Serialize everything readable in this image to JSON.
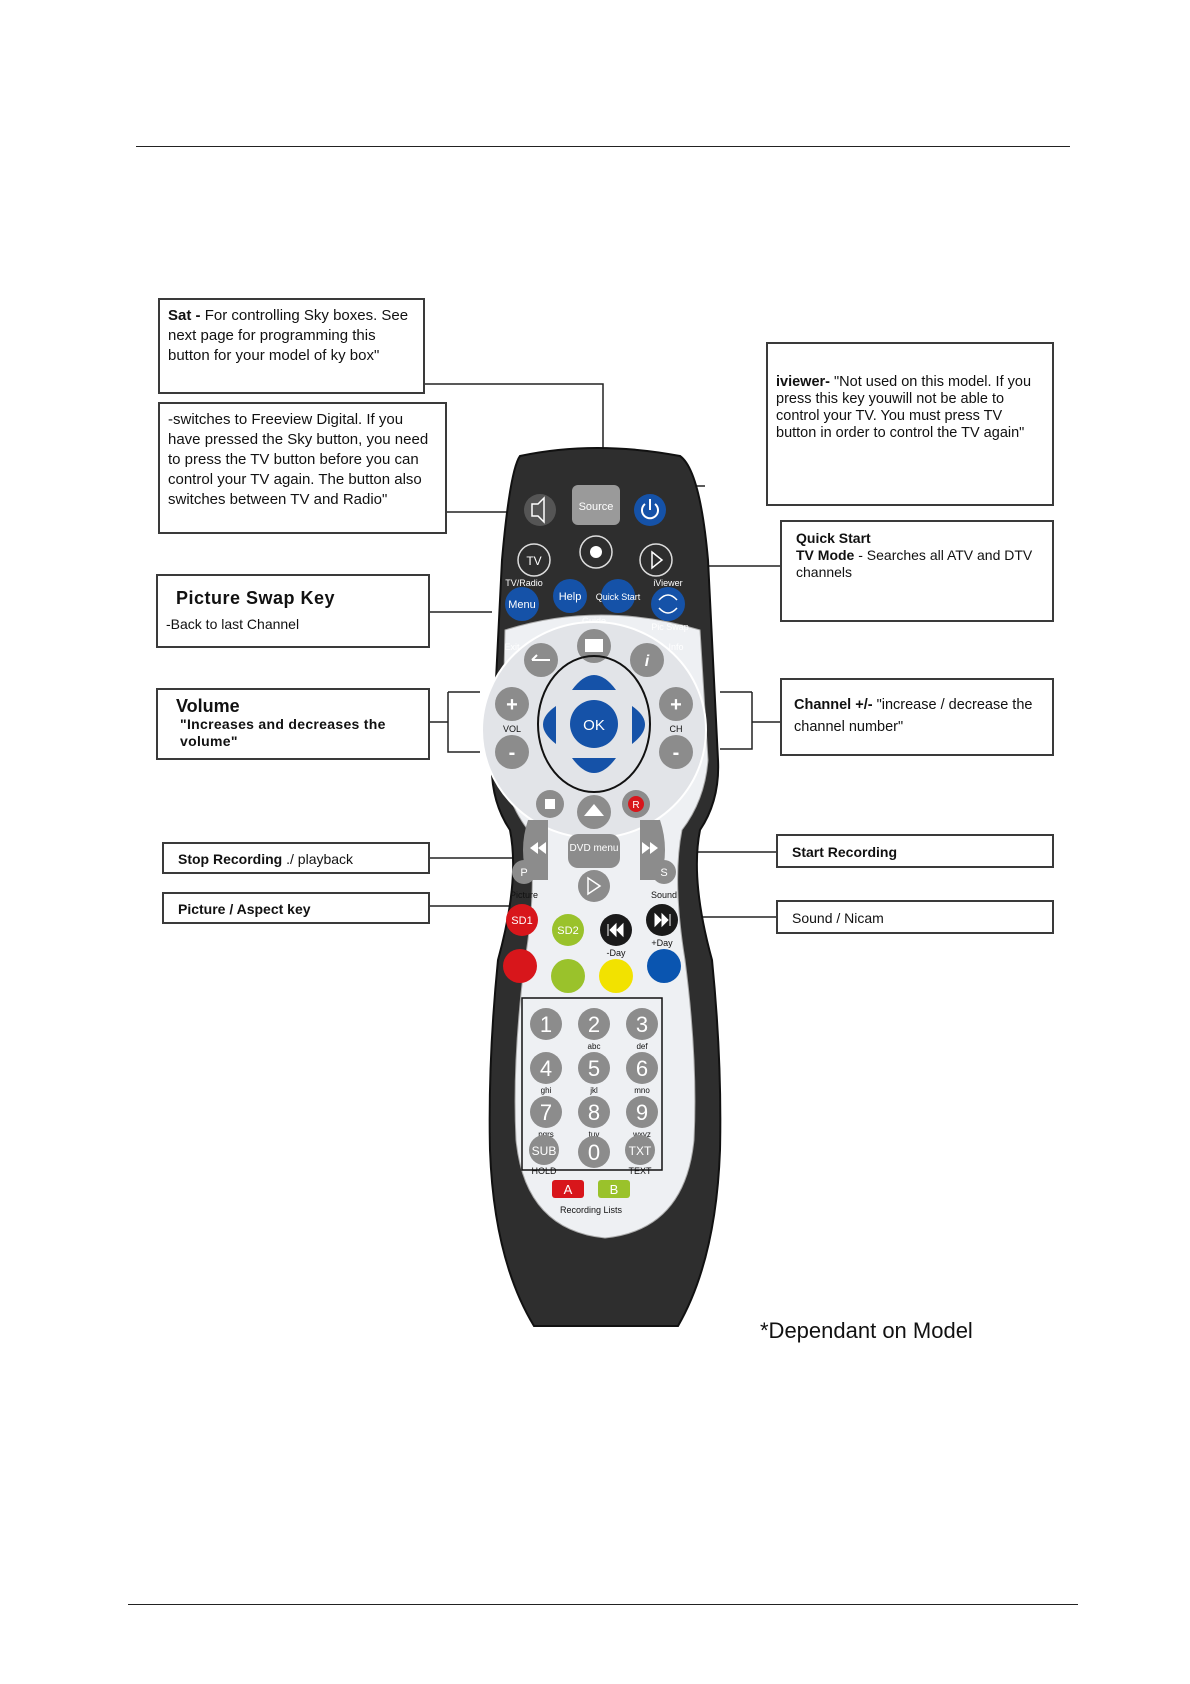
{
  "callouts": {
    "sat": {
      "title": "Sat -",
      "text": "For controlling Sky boxes. See next page for programming this button for your model of    ky box\""
    },
    "freeview": {
      "text": "-switches to Freeview Digital. If you have pressed the Sky button, you need to press the TV button before you can control your TV again. The button also switches between TV and Radio\""
    },
    "picture_swap": {
      "title": "Picture Swap Key",
      "text": "-Back to last Channel"
    },
    "volume": {
      "title": "Volume",
      "text": "\"Increases and decreases the volume\""
    },
    "stop_recording": {
      "title": "Stop Recording",
      "text": "./ playback"
    },
    "picture_aspect": {
      "title": "Picture / Aspect key"
    },
    "iviewer": {
      "title": "iviewer-",
      "text": "\"Not used on this model. If you press this key youwill not be able to control your TV. You must press TV button in order to control the TV again\""
    },
    "quick_start": {
      "title": "Quick Start",
      "subtitle": "TV Mode",
      "text": "- Searches all ATV and DTV channels"
    },
    "channel": {
      "title": "Channel +/-",
      "text": "\"increase / decrease the channel number\""
    },
    "start_recording": {
      "title": "Start Recording"
    },
    "sound": {
      "text": "Sound / Nicam"
    }
  },
  "remote": {
    "source": "Source",
    "tv": "TV",
    "tv_radio": "TV/Radio",
    "iviewer": "iViewer",
    "menu": "Menu",
    "help": "Help",
    "quick_start": "Quick Start",
    "guide": "Guide",
    "pic_swap": "Pic Swap",
    "exit": "Exit",
    "info": "Info",
    "vol": "VOL",
    "ch": "CH",
    "ok": "OK",
    "dvd_menu": "DVD menu",
    "rec": "R",
    "p": "P",
    "picture": "Picture",
    "s": "S",
    "sound": "Sound",
    "sd1": "SD1",
    "sd2": "SD2",
    "minus_day": "-Day",
    "plus_day": "+Day",
    "digits": [
      "1",
      "2",
      "3",
      "4",
      "5",
      "6",
      "7",
      "8",
      "9",
      "0"
    ],
    "letters": [
      "abc",
      "def",
      "ghi",
      "jkl",
      "mno",
      "pqrs",
      "tuv",
      "wxyz"
    ],
    "sub": "SUB",
    "hold": "HOLD",
    "txt": "TXT",
    "text": "TEXT",
    "a": "A",
    "b": "B",
    "recording_lists": "Recording Lists"
  },
  "footnote": "*Dependant on Model",
  "colors": {
    "remote_body": "#2e2e2e",
    "face": "#eef0f3",
    "gray_button": "#8c8c8c",
    "blue_button": "#1552a8",
    "red": "#d8161b",
    "green": "#9ac22b",
    "yellow": "#f2e200",
    "blue": "#0a55b0"
  }
}
